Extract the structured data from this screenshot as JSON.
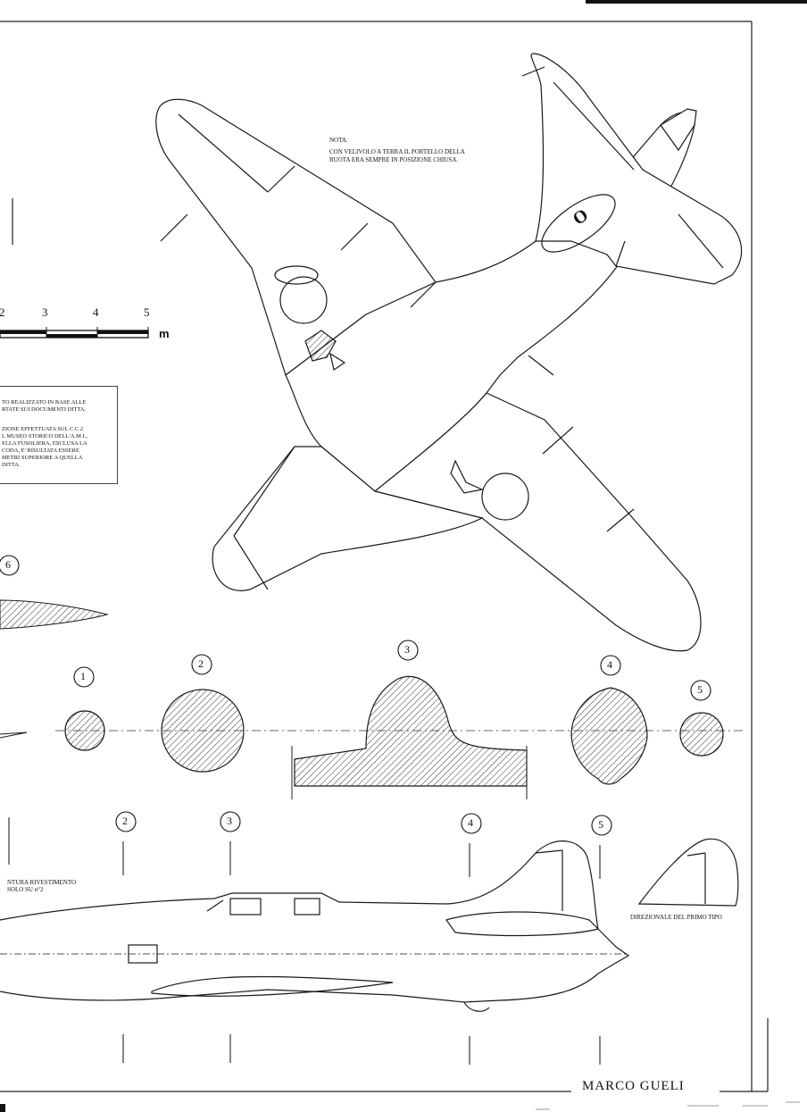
{
  "note": {
    "line1": "NOTA:",
    "line2": "CON VELIVOLO A TERRA IL PORTELLO DELLA",
    "line3": "RUOTA ERA SEMPRE IN POSIZIONE CHIUSA."
  },
  "scale": {
    "ticks": [
      "2",
      "3",
      "4",
      "5"
    ],
    "unit": "m"
  },
  "info_box": {
    "lines": [
      "TO REALIZZATO IN BASE ALLE",
      "RTATE SUI DOCUMENTI DITTA.",
      "",
      "ZIONE EFFETTUATA SUL C.C.2",
      "L MUSEO STORICO DELL'A.M.I.,",
      "ELLA FUSOLIERA, ESCLUSA LA",
      "CODA, E' RISULTATA ESSERE",
      "METRI SUPERIORE A QUELLA",
      "DITTA."
    ]
  },
  "sections_top": {
    "labels": [
      "1",
      "2",
      "3",
      "4",
      "5"
    ]
  },
  "wing_section_label": "6",
  "side_view": {
    "labels": [
      "2",
      "3",
      "4",
      "5"
    ],
    "skin_note_line1": "NTURA RIVESTIMENTO",
    "skin_note_line2": "SOLO SU       n°2",
    "rudder_caption": "DIREZIONALE DEL PRIMO TIPO"
  },
  "plan_marking": "O",
  "signature": "MARCO   GUELI",
  "colors": {
    "line": "#1a1a1a",
    "hatch": "#333333",
    "paper": "#ffffff"
  }
}
